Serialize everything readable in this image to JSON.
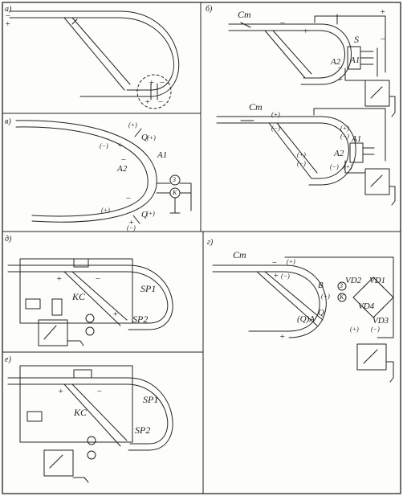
{
  "panels": {
    "a": {
      "label": "а)",
      "signs": [
        "−",
        "+",
        "+",
        "−",
        "+",
        "−"
      ]
    },
    "b": {
      "label": "б)",
      "top": {
        "station": "Cm",
        "signs": [
          "−",
          "+",
          "+",
          "−",
          "−",
          "+"
        ],
        "labels": {
          "s": "S",
          "a1": "A1",
          "a2": "A2"
        }
      },
      "bottom": {
        "station": "Cm",
        "signs": [
          "(+)",
          "(−)",
          "(+)",
          "(−)",
          "(+)",
          "(−)",
          "(−)",
          "(+)"
        ],
        "labels": {
          "a1": "A1",
          "a2": "A2"
        }
      }
    },
    "v": {
      "label": "в)",
      "signs": [
        "(+)",
        "(−)",
        "+",
        "(+)",
        "−",
        "(+)",
        "−",
        "(+)",
        "+",
        "(−)"
      ],
      "labels": {
        "q_top": "Q",
        "q_bottom": "Q",
        "a1": "A1",
        "a2": "A2",
        "three": "3",
        "k": "K"
      }
    },
    "d": {
      "label": "д)",
      "signs": [
        "+",
        "−",
        "+"
      ],
      "labels": {
        "kc": "KC",
        "sp1": "SP1",
        "sp2": "SP2"
      }
    },
    "e": {
      "label": "е)",
      "signs": [
        "+",
        "−"
      ],
      "labels": {
        "kc": "KC",
        "sp1": "SP1",
        "sp2": "SP2"
      }
    },
    "g": {
      "label": "г)",
      "station": "Cт",
      "signs": [
        "(+)",
        "+",
        "(−)",
        "−",
        "(−)",
        "+",
        "(+)",
        "(−)"
      ],
      "labels": {
        "b": "B",
        "a": "A",
        "q_a": "(Q)A",
        "q": "Q",
        "three": "3",
        "k": "K",
        "vd1": "VD1",
        "vd2": "VD2",
        "vd3": "VD3",
        "vd4": "VD4"
      }
    }
  }
}
